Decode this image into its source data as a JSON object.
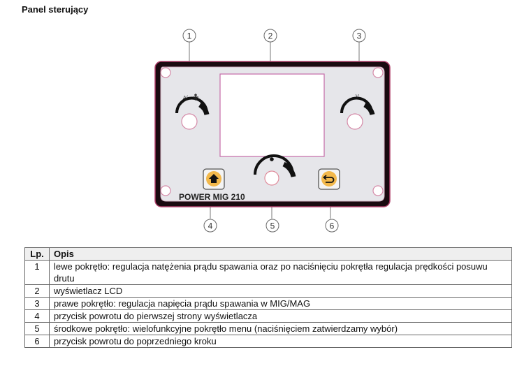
{
  "section_title": "Panel sterujący",
  "panel": {
    "model_label": "POWER MIG 210",
    "left_knob_label": "A/",
    "right_knob_label": "V",
    "callouts": [
      "1",
      "2",
      "3",
      "4",
      "5",
      "6"
    ],
    "colors": {
      "frame": "#1a0a10",
      "frame_outline": "#b0406a",
      "face": "#e6e6ea",
      "lcd_border": "#c46aa8",
      "button_fill": "#f2b84b"
    },
    "icons": {
      "home_button": "home-icon",
      "back_button": "return-arrow-icon",
      "wire_feed": "wire-feed-icon"
    }
  },
  "table": {
    "headers": {
      "lp": "Lp.",
      "opis": "Opis"
    },
    "rows": [
      {
        "lp": "1",
        "opis": "lewe pokrętło: regulacja natężenia prądu spawania oraz po naciśnięciu pokrętła regulacja prędkości posuwu drutu"
      },
      {
        "lp": "2",
        "opis": "wyświetlacz LCD"
      },
      {
        "lp": "3",
        "opis": "prawe pokrętło:  regulacja napięcia prądu spawania w MIG/MAG"
      },
      {
        "lp": "4",
        "opis": "przycisk powrotu do pierwszej strony wyświetlacza"
      },
      {
        "lp": "5",
        "opis": "środkowe pokrętło: wielofunkcyjne pokrętło menu (naciśnięciem zatwierdzamy wybór)"
      },
      {
        "lp": "6",
        "opis": "przycisk powrotu do poprzedniego kroku"
      }
    ]
  }
}
